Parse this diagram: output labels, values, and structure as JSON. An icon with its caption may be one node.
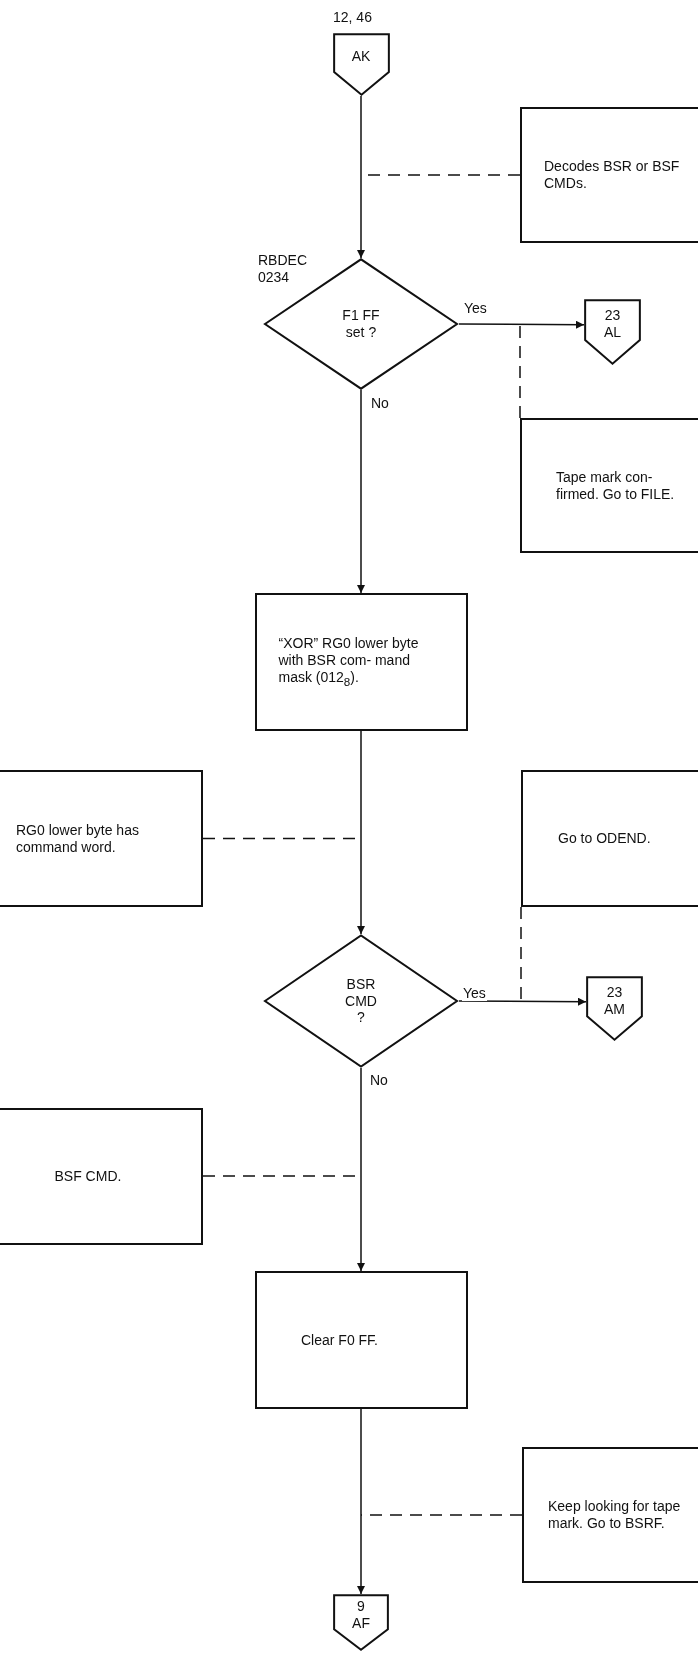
{
  "diagram": {
    "nodes": [
      {
        "text": [
          "AK"
        ],
        "beside": [
          "12, 46"
        ]
      },
      {
        "text": [
          "Decodes BSR or BSF CMDs."
        ]
      },
      {
        "text": [
          "F1 FF set ?"
        ],
        "beside": [
          "RBDEC 0234"
        ]
      },
      {
        "text": [
          "23 AL"
        ]
      },
      {
        "text": [
          "Tape mark con- firmed. Go to FILE."
        ]
      },
      {
        "text": [
          "“XOR” RG0 lower byte with BSR com- mand mask (012$_{8}$)."
        ]
      },
      {
        "text": [
          "RG0 lower byte has command word."
        ]
      },
      {
        "text": [
          "Go to ODEND."
        ]
      },
      {
        "text": [
          "BSR CMD ?"
        ]
      },
      {
        "text": [
          "23 AM"
        ]
      },
      {
        "text": [
          "BSF CMD."
        ]
      },
      {
        "text": [
          "Clear F0 FF."
        ]
      },
      {
        "text": [
          "Keep looking for tape mark. Go to BSRF."
        ]
      },
      {
        "text": [
          "9 AF"
        ]
      }
    ],
    "edges": [
      {
        "from": 0,
        "to": 2,
        "arrow": "to"
      },
      {
        "from": 2,
        "to": 3,
        "arrow": "to",
        "label": "Yes"
      },
      {
        "from": 2,
        "to": 5,
        "arrow": "to",
        "label": "No"
      },
      {
        "from": 5,
        "to": 8,
        "arrow": "to"
      },
      {
        "from": 8,
        "to": 9,
        "arrow": "to",
        "label": "Yes"
      },
      {
        "from": 8,
        "to": 11,
        "arrow": "to",
        "label": "No"
      },
      {
        "from": 11,
        "to": 13,
        "arrow": "to"
      },
      {
        "from": 1,
        "to": null,
        "arrow": "none",
        "style": "dashed"
      },
      {
        "from": 4,
        "to": null,
        "arrow": "none",
        "style": "dashed"
      },
      {
        "from": 6,
        "to": null,
        "arrow": "none",
        "style": "dashed"
      },
      {
        "from": 7,
        "to": null,
        "arrow": "none",
        "style": "dashed"
      },
      {
        "from": 10,
        "to": null,
        "arrow": "none",
        "style": "dashed"
      },
      {
        "from": 12,
        "to": null,
        "arrow": "none",
        "style": "dashed"
      }
    ]
  }
}
